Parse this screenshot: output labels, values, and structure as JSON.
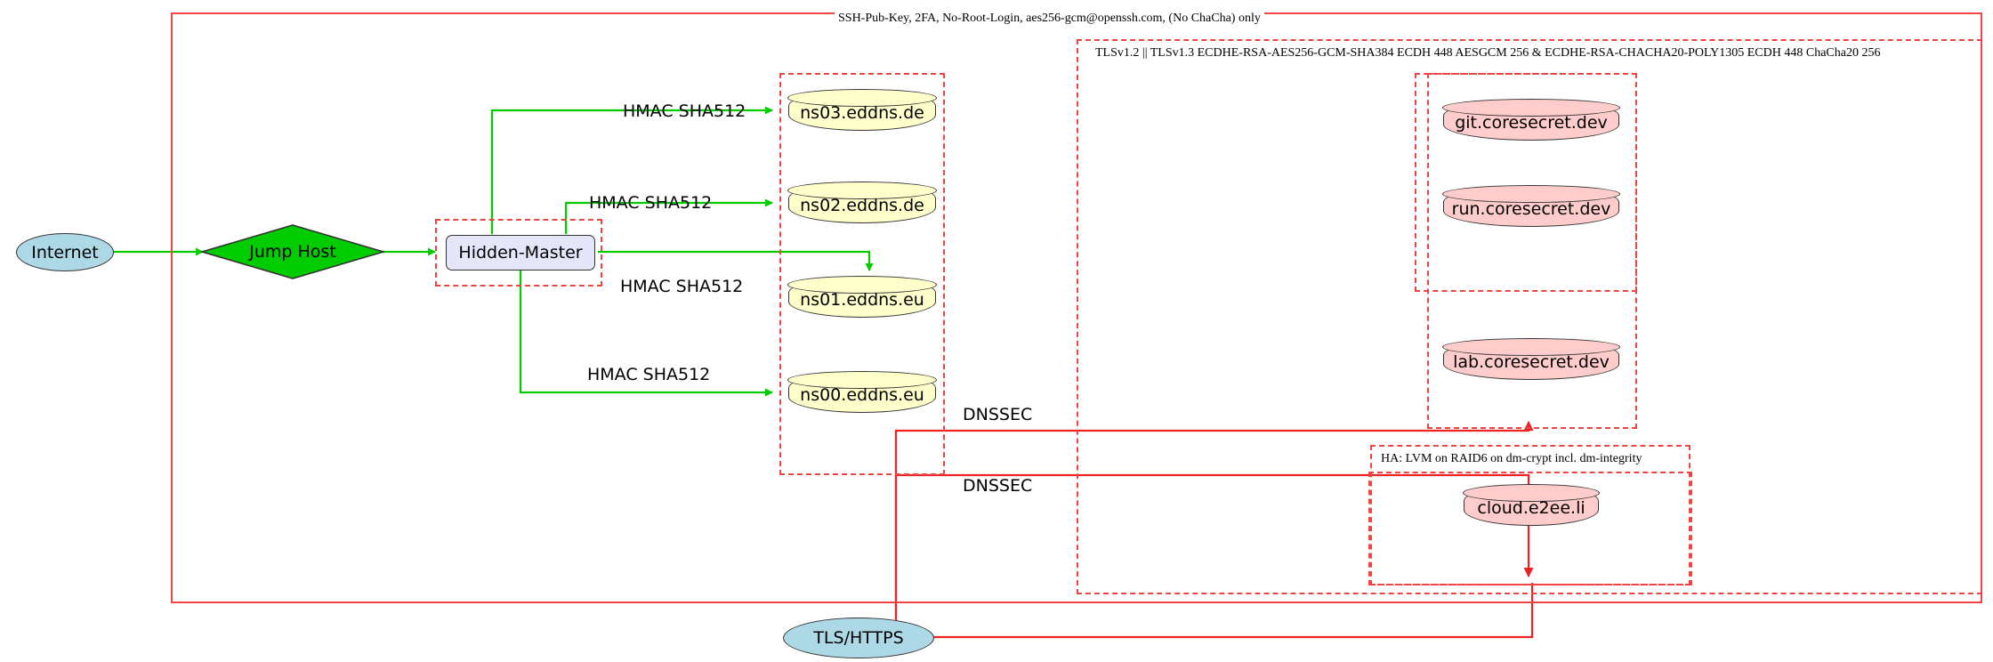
{
  "diagram": {
    "title": "Infrastructure security topology",
    "colors": {
      "ssh_boundary": "#ee4444",
      "tls_boundary": "#ee4444",
      "hmac_edge": "#00cc00",
      "dnssec_edge": "#ee2222",
      "dns_node_fill": "#ffffcc",
      "service_node_fill": "#ffcccc",
      "net_node_fill": "#add8e6",
      "master_node_fill": "#e6e6fa",
      "jumphost_fill": "#00cc00"
    }
  },
  "boundaries": {
    "ssh_zone_label": "SSH-Pub-Key, 2FA, No-Root-Login, aes256-gcm@openssh.com, (No ChaCha) only",
    "tls_zone_label": "TLSv1.2 || TLSv1.3 ECDHE-RSA-AES256-GCM-SHA384 ECDH 448 AESGCM 256 & ECDHE-RSA-CHACHA20-POLY1305 ECDH 448 ChaCha20 256",
    "ha_zone_label": "HA: LVM on RAID6 on dm-crypt incl. dm-integrity"
  },
  "nodes": {
    "internet": {
      "label": "Internet",
      "shape": "ellipse"
    },
    "jump_host": {
      "label": "Jump Host",
      "shape": "diamond"
    },
    "hidden_master": {
      "label": "Hidden-Master",
      "shape": "rounded-rect"
    },
    "tls_https": {
      "label": "TLS/HTTPS",
      "shape": "ellipse"
    },
    "dns_servers": [
      {
        "label": "ns03.eddns.de",
        "shape": "cylinder"
      },
      {
        "label": "ns02.eddns.de",
        "shape": "cylinder"
      },
      {
        "label": "ns01.eddns.eu",
        "shape": "cylinder"
      },
      {
        "label": "ns00.eddns.eu",
        "shape": "cylinder"
      }
    ],
    "services": [
      {
        "label": "git.coresecret.dev",
        "shape": "cylinder"
      },
      {
        "label": "run.coresecret.dev",
        "shape": "cylinder"
      },
      {
        "label": "lab.coresecret.dev",
        "shape": "cylinder"
      }
    ],
    "ha_services": [
      {
        "label": "cloud.e2ee.li",
        "shape": "cylinder"
      }
    ]
  },
  "edge_labels": {
    "hmac": [
      "HMAC SHA512",
      "HMAC SHA512",
      "HMAC SHA512",
      "HMAC SHA512"
    ],
    "dnssec": [
      "DNSSEC",
      "DNSSEC"
    ]
  }
}
